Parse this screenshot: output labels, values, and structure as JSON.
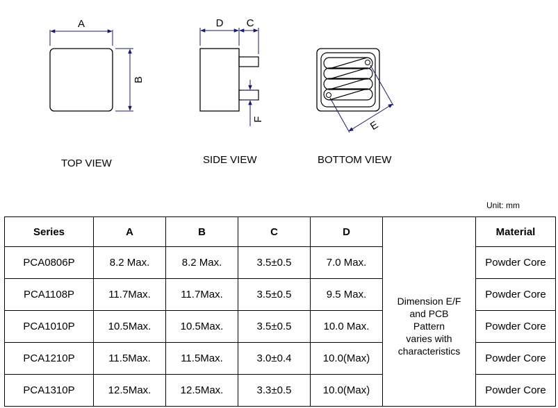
{
  "drawing": {
    "dim_a": "A",
    "dim_b": "B",
    "dim_c": "C",
    "dim_d": "D",
    "dim_e": "E",
    "dim_f": "F",
    "top_view_label": "TOP VIEW",
    "side_view_label": "SIDE VIEW",
    "bottom_view_label": "BOTTOM VIEW"
  },
  "unit_label": "Unit: mm",
  "table": {
    "headers": {
      "series": "Series",
      "a": "A",
      "b": "B",
      "c": "C",
      "d": "D",
      "material": "Material"
    },
    "note": [
      "Dimension E/F",
      "and PCB",
      "Pattern",
      "varies with",
      "characteristics"
    ],
    "rows": [
      {
        "series": "PCA0806P",
        "a": "8.2 Max.",
        "b": "8.2 Max.",
        "c": "3.5±0.5",
        "d": "7.0 Max.",
        "material": "Powder Core"
      },
      {
        "series": "PCA1108P",
        "a": "11.7Max.",
        "b": "11.7Max.",
        "c": "3.5±0.5",
        "d": "9.5 Max.",
        "material": "Powder Core"
      },
      {
        "series": "PCA1010P",
        "a": "10.5Max.",
        "b": "10.5Max.",
        "c": "3.5±0.5",
        "d": "10.0 Max.",
        "material": "Powder Core"
      },
      {
        "series": "PCA1210P",
        "a": "11.5Max.",
        "b": "11.5Max.",
        "c": "3.0±0.4",
        "d": "10.0(Max)",
        "material": "Powder Core"
      },
      {
        "series": "PCA1310P",
        "a": "12.5Max.",
        "b": "12.5Max.",
        "c": "3.3±0.5",
        "d": "10.0(Max)",
        "material": "Powder Core"
      }
    ]
  }
}
